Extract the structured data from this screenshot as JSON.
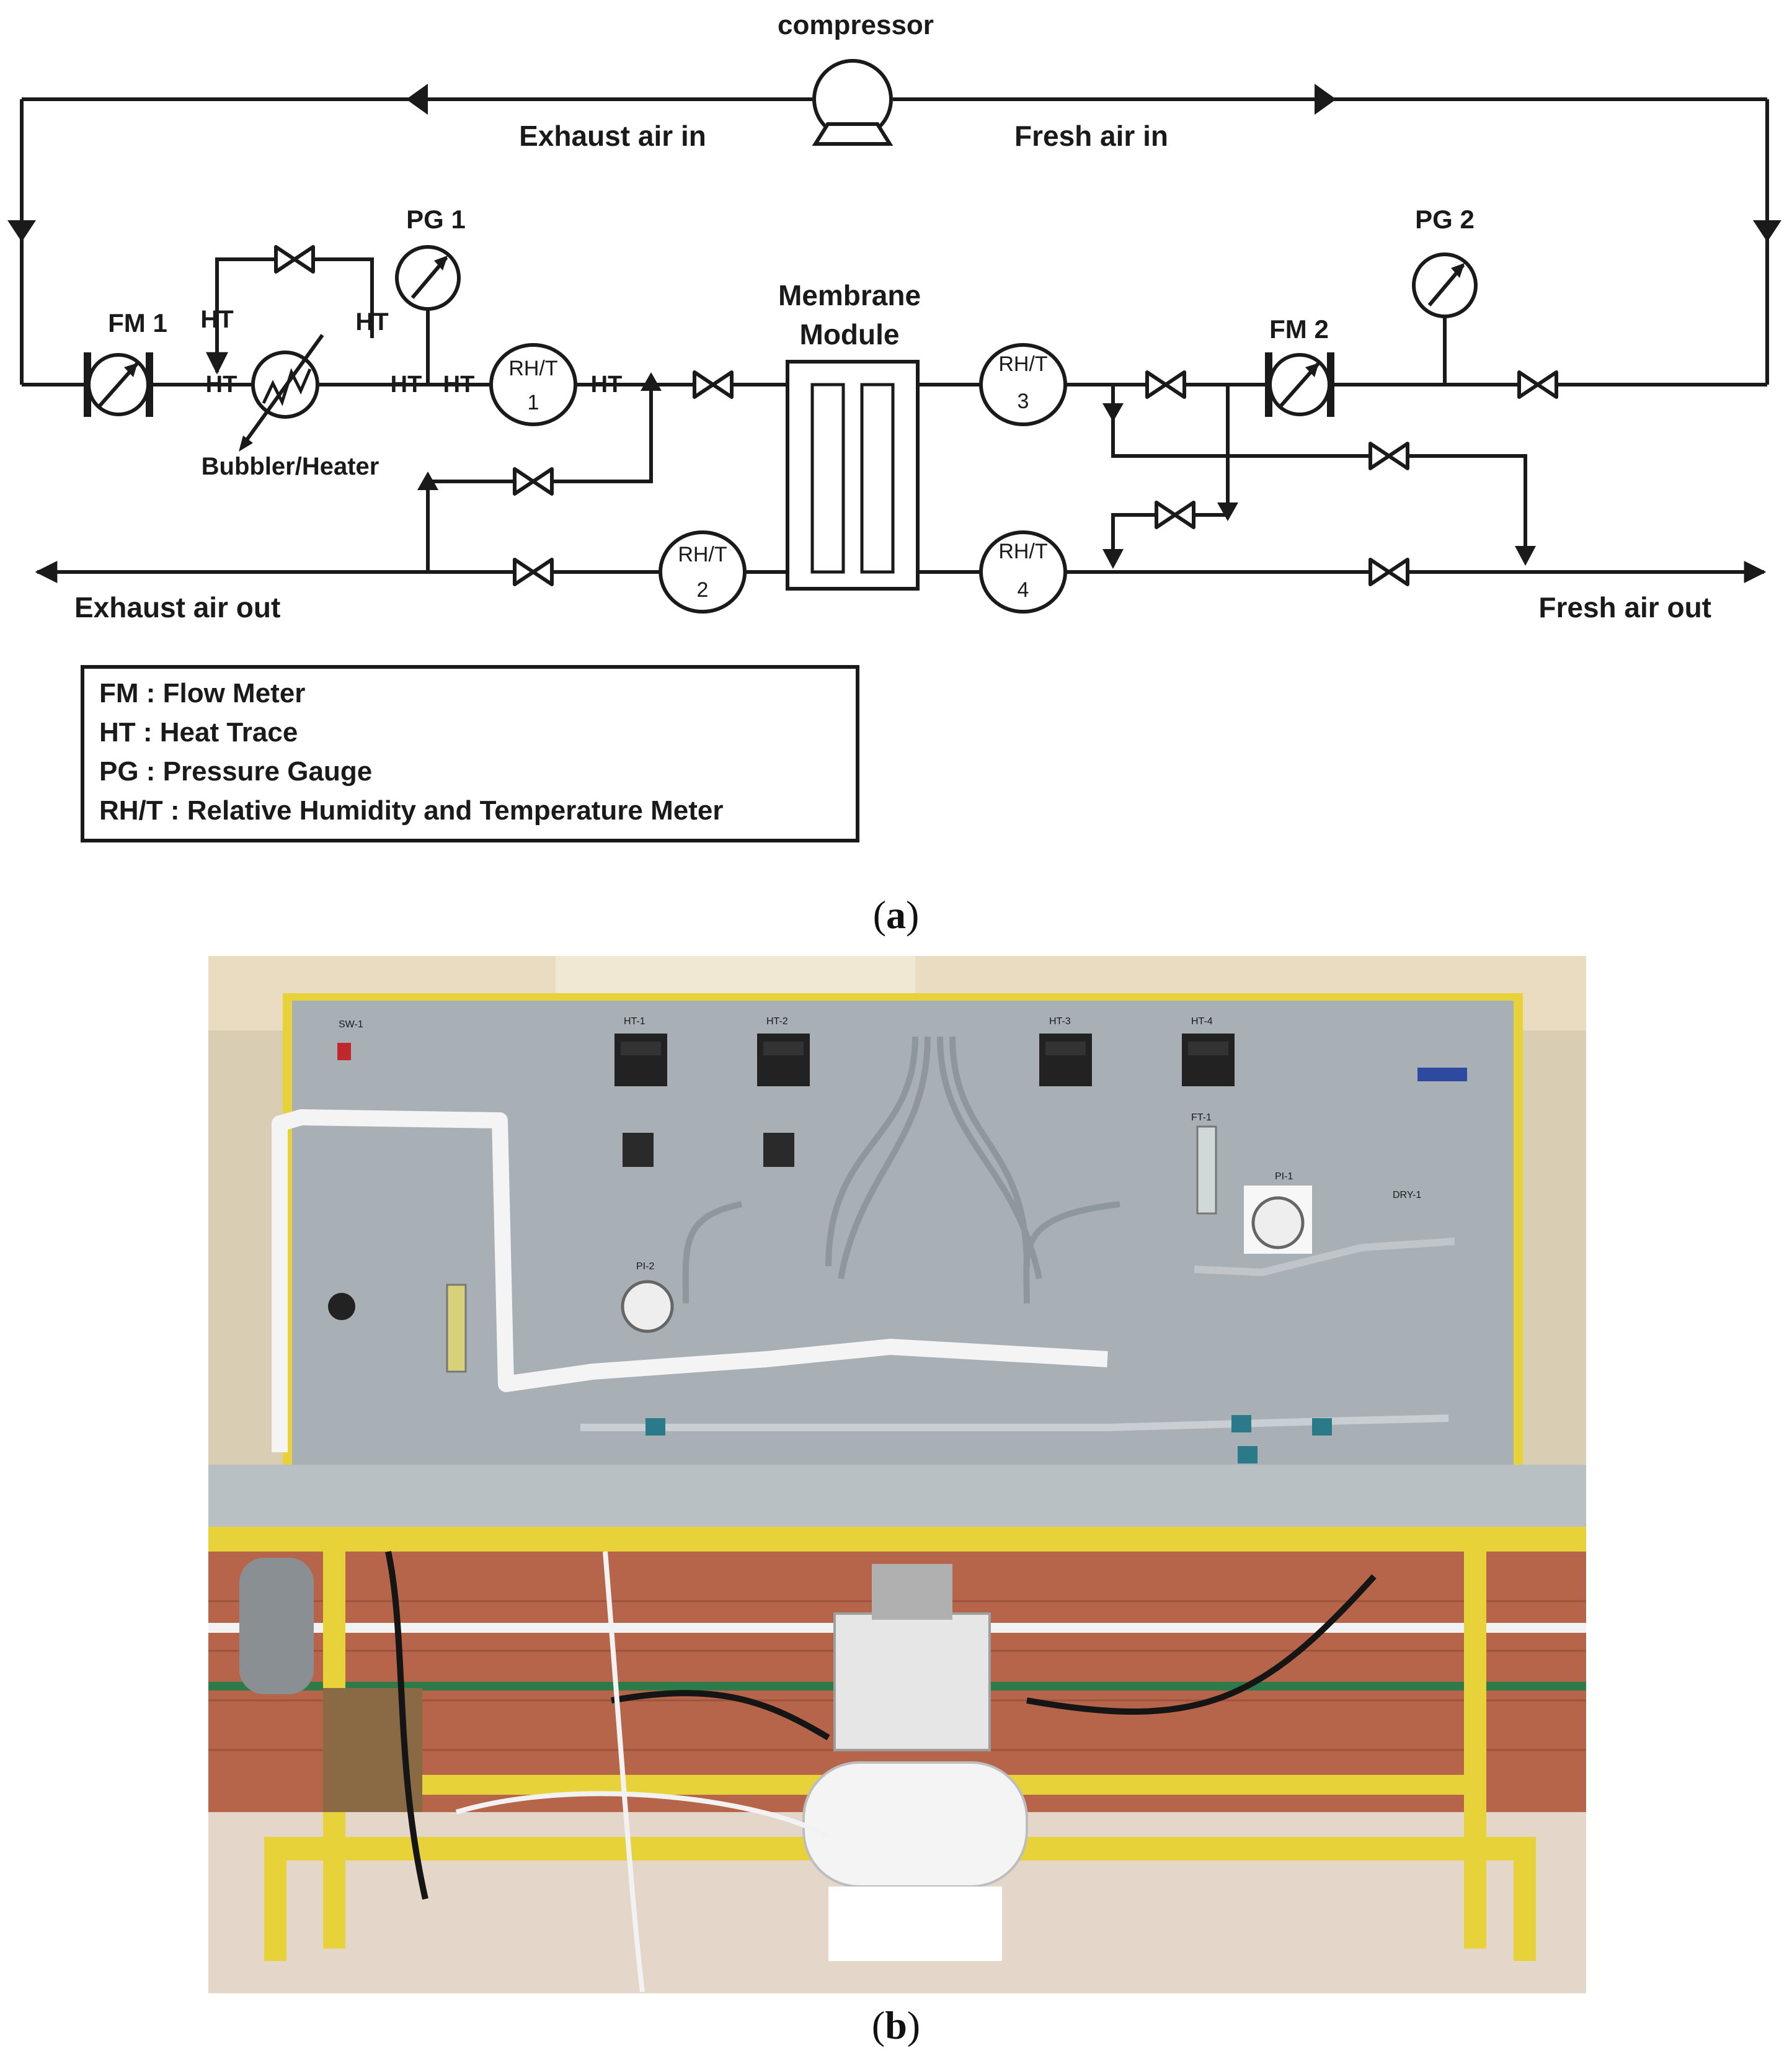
{
  "diagram": {
    "labels": {
      "compressor": "compressor",
      "exhaust_air_in": "Exhaust air in",
      "fresh_air_in": "Fresh air in",
      "exhaust_air_out": "Exhaust air out",
      "fresh_air_out": "Fresh air out",
      "membrane_line1": "Membrane",
      "membrane_line2": "Module",
      "bubbler_heater": "Bubbler/Heater",
      "fm1": "FM 1",
      "fm2": "FM 2",
      "pg1": "PG 1",
      "pg2": "PG 2",
      "ht": "HT",
      "rht": "RH/T",
      "rht1_num": "1",
      "rht2_num": "2",
      "rht3_num": "3",
      "rht4_num": "4"
    },
    "legend": [
      "FM : Flow Meter",
      "HT : Heat Trace",
      "PG : Pressure Gauge",
      "RH/T : Relative Humidity and Temperature Meter"
    ]
  },
  "captions": {
    "a_letter": "a",
    "b_letter": "b"
  },
  "photo_labels": {
    "sw1": "SW-1",
    "ht1": "HT-1",
    "ht2": "HT-2",
    "ht3": "HT-3",
    "ht4": "HT-4",
    "ft1": "FT-1",
    "pi1": "PI-1",
    "pi2": "PI-2",
    "dry1": "DRY-1"
  },
  "colors": {
    "line": "#1a1a1a",
    "panel": "#a8b0b6",
    "frame": "#e8d23a",
    "wall_tile": "#b7654a",
    "ceiling_wall": "#e9dcc0",
    "floor": "#e4d6c8"
  }
}
